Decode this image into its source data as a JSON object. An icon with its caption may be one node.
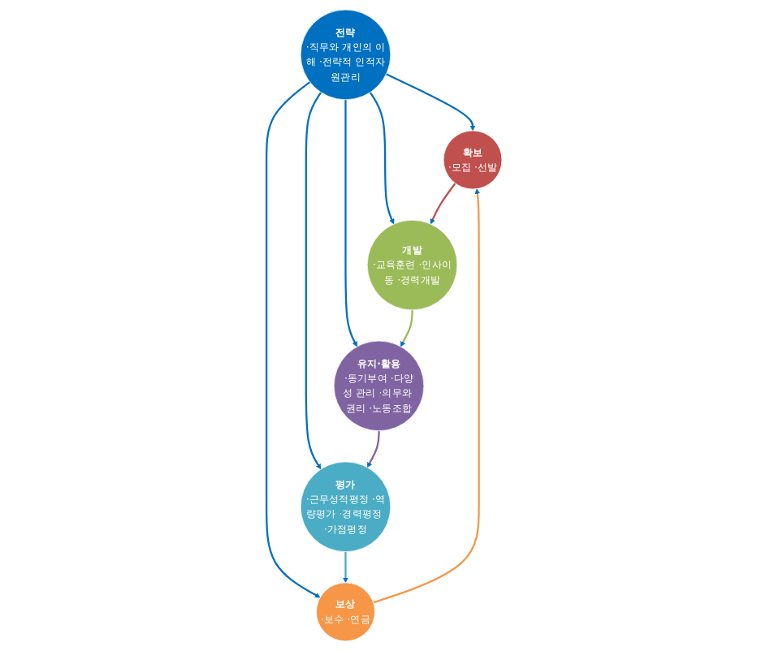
{
  "diagram": {
    "nodes": [
      {
        "text": [
          "전략",
          "·직무와 개인의 이해 ·전략적 인적자원관리"
        ]
      },
      {
        "text": [
          "확보",
          "·모집 ·선발"
        ]
      },
      {
        "text": [
          "개발",
          "·교육훈련 ·인사이동 ·경력개발"
        ]
      },
      {
        "text": [
          "유지·활용",
          "·동기부여 ·다양성 관리 ·의무와 권리 ·노동조합"
        ]
      },
      {
        "text": [
          "평가",
          "·근무성적평정 ·역량평가 ·경력평정 ·가점평정"
        ]
      },
      {
        "text": [
          "보상",
          "·보수 ·연금"
        ]
      }
    ],
    "edges": [
      {
        "from": 0,
        "to": 1,
        "arrow": "to"
      },
      {
        "from": 0,
        "to": 2,
        "arrow": "to"
      },
      {
        "from": 0,
        "to": 3,
        "arrow": "to"
      },
      {
        "from": 0,
        "to": 4,
        "arrow": "to"
      },
      {
        "from": 0,
        "to": 5,
        "arrow": "to"
      },
      {
        "from": 1,
        "to": 2,
        "arrow": "to",
        "color": "#c0504d"
      },
      {
        "from": 2,
        "to": 3,
        "arrow": "to",
        "color": "#9bbb59"
      },
      {
        "from": 3,
        "to": 4,
        "arrow": "to",
        "color": "#8064a2"
      },
      {
        "from": 4,
        "to": 5,
        "arrow": "to",
        "color": "#4bacc6"
      },
      {
        "from": 5,
        "to": 1,
        "arrow": "to",
        "color": "#f79646"
      }
    ]
  }
}
